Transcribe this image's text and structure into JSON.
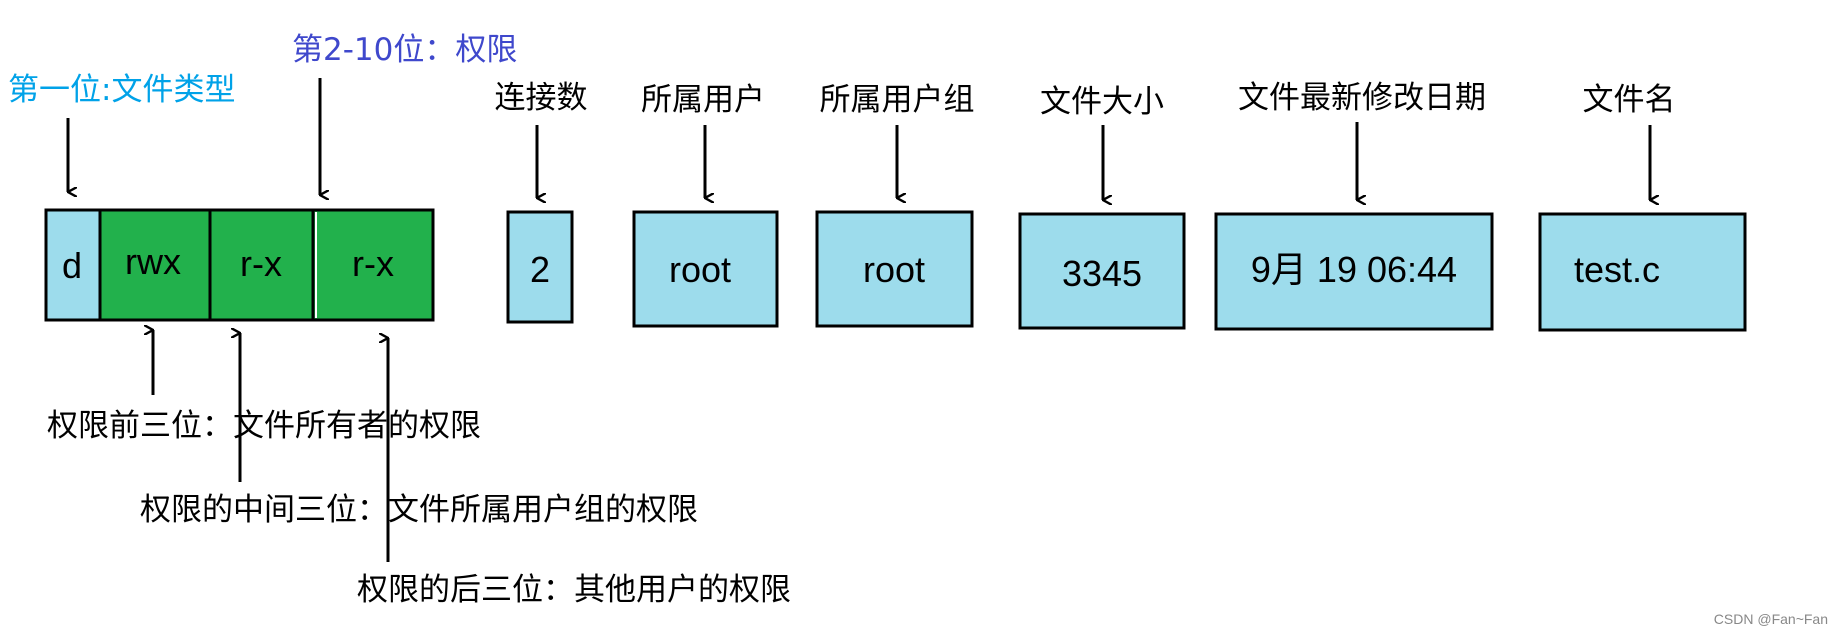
{
  "colors": {
    "cyan_fill": "#9ddcec",
    "green_fill": "#22b14c",
    "stroke": "#000000",
    "label_cyan": "#00a2e8",
    "label_blue": "#3f48cc",
    "label_black": "#000000",
    "watermark": "#888888"
  },
  "permission_block": {
    "cells": [
      {
        "text": "d"
      },
      {
        "text": "rwx"
      },
      {
        "text": "r-x"
      },
      {
        "text": "r-x"
      }
    ],
    "label_type": "第一位:文件类型",
    "label_perm": "第2-10位：权限"
  },
  "fields": [
    {
      "label": "连接数",
      "value": "2"
    },
    {
      "label": "所属用户",
      "value": "root"
    },
    {
      "label": "所属用户组",
      "value": "root"
    },
    {
      "label": "文件大小",
      "value": "3345"
    },
    {
      "label": "文件最新修改日期",
      "value": "9月 19 06:44"
    },
    {
      "label": "文件名",
      "value": "test.c"
    }
  ],
  "bottom_notes": [
    "权限前三位：文件所有者的权限",
    "权限的中间三位：文件所属用户组的权限",
    "权限的后三位：其他用户的权限"
  ],
  "watermark": "CSDN @Fan~Fan"
}
